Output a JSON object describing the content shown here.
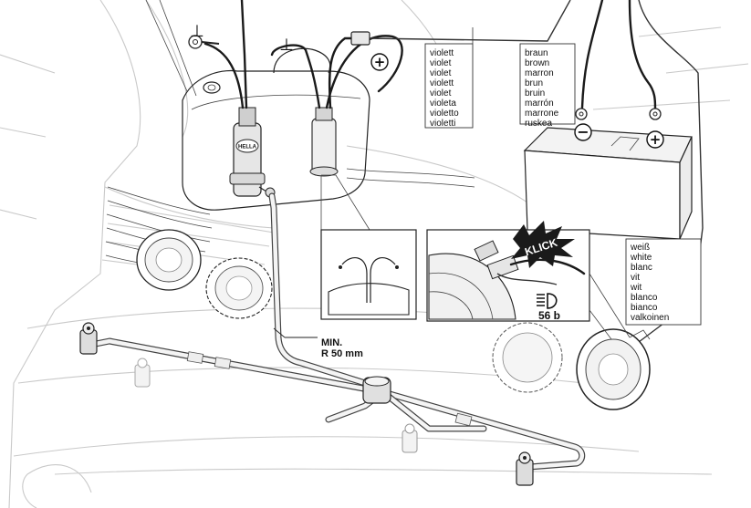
{
  "symbols": {
    "ground": "⊥",
    "plus": "+",
    "minus": "−"
  },
  "logo": "HELLA",
  "labels": {
    "violet_lines": [
      "violett",
      "violet",
      "violet",
      "violett",
      "violet",
      "violeta",
      "violetto",
      "violetti"
    ],
    "brown_lines": [
      "braun",
      "brown",
      "marron",
      "brun",
      "bruin",
      "marrón",
      "marrone",
      "ruskea"
    ],
    "white_lines": [
      "weiß",
      "white",
      "blanc",
      "vit",
      "wit",
      "blanco",
      "bianco",
      "valkoinen"
    ],
    "klick": "KLICK",
    "terminal": "56 b",
    "min_title": "MIN.",
    "min_radius": "R 50 mm"
  },
  "colors": {
    "line": "#222222",
    "ghost": "#c9c9c9"
  },
  "icons": [
    "ground-symbol-icon",
    "plus-terminal-icon",
    "minus-terminal-icon",
    "high-beam-icon",
    "wiper-spray-icon"
  ]
}
